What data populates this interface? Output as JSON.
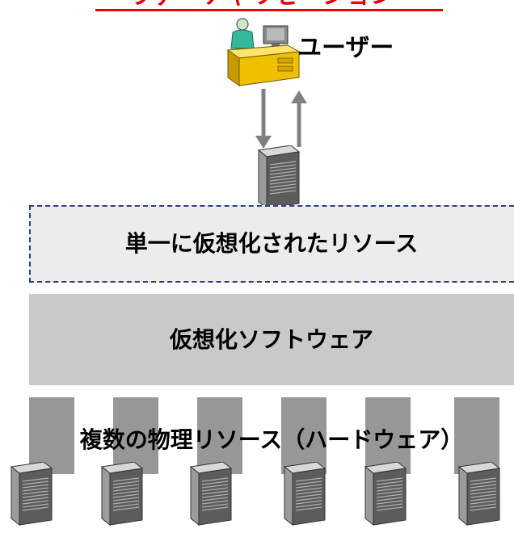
{
  "title": "ヴァーチャリゼーション",
  "user": {
    "label": "ユーザー"
  },
  "layers": {
    "virtual": "単一に仮想化されたリソース",
    "software": "仮想化ソフトウェア",
    "physical": "複数の物理リソース（ハードウェア）"
  },
  "colors": {
    "title": "#e00000",
    "virtual_fill": "#ececec",
    "virtual_border": "#2b3f86",
    "software_fill": "#c9c9c9",
    "physical_fill": "#979797",
    "arrow": "#808080",
    "desk": "#f0c000"
  },
  "icons": [
    "user-at-desk-icon",
    "server-icon",
    "arrow-down-icon",
    "arrow-up-icon"
  ]
}
